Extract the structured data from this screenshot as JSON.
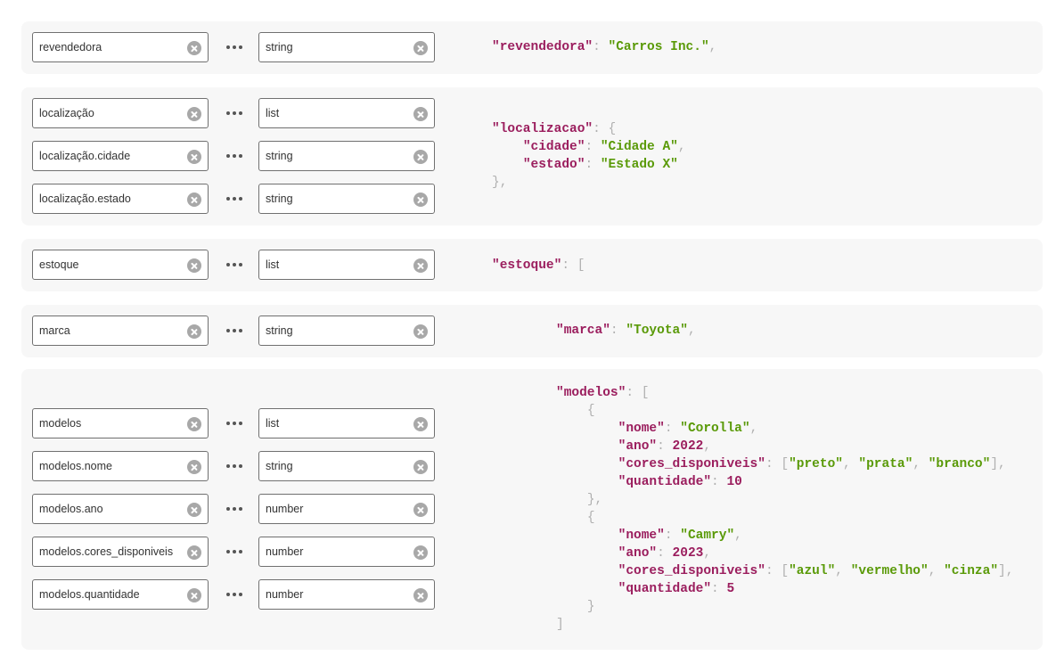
{
  "colors": {
    "section_bg": "#f7f7f7",
    "json_key": "#9b1e5e",
    "json_string": "#5a9a08",
    "json_punctuation": "#b0b0b0",
    "clear_icon": "#a8a8a8"
  },
  "rows": [
    {
      "path": "revendedora",
      "type": "string"
    },
    {
      "path": "localização",
      "type": "list"
    },
    {
      "path": "localização.cidade",
      "type": "string"
    },
    {
      "path": "localização.estado",
      "type": "string"
    },
    {
      "path": "estoque",
      "type": "list"
    },
    {
      "path": "marca",
      "type": "string"
    },
    {
      "path": "modelos",
      "type": "list"
    },
    {
      "path": "modelos.nome",
      "type": "string"
    },
    {
      "path": "modelos.ano",
      "type": "number"
    },
    {
      "path": "modelos.cores_disponiveis",
      "type": "number"
    },
    {
      "path": "modelos.quantidade",
      "type": "number"
    }
  ],
  "json": {
    "revendedora": {
      "key": "\"revendedora\"",
      "value": "\"Carros Inc.\""
    },
    "localizacao": {
      "key": "\"localizacao\"",
      "cidade_key": "\"cidade\"",
      "cidade_value": "\"Cidade A\"",
      "estado_key": "\"estado\"",
      "estado_value": "\"Estado X\""
    },
    "estoque": {
      "key": "\"estoque\""
    },
    "marca": {
      "key": "\"marca\"",
      "value": "\"Toyota\""
    },
    "modelos": {
      "key": "\"modelos\"",
      "items": [
        {
          "nome_key": "\"nome\"",
          "nome_value": "\"Corolla\"",
          "ano_key": "\"ano\"",
          "ano_value": "2022",
          "cores_key": "\"cores_disponiveis\"",
          "cores": [
            "\"preto\"",
            "\"prata\"",
            "\"branco\""
          ],
          "quantidade_key": "\"quantidade\"",
          "quantidade_value": "10"
        },
        {
          "nome_key": "\"nome\"",
          "nome_value": "\"Camry\"",
          "ano_key": "\"ano\"",
          "ano_value": "2023",
          "cores_key": "\"cores_disponiveis\"",
          "cores": [
            "\"azul\"",
            "\"vermelho\"",
            "\"cinza\""
          ],
          "quantidade_key": "\"quantidade\"",
          "quantidade_value": "5"
        }
      ]
    }
  }
}
